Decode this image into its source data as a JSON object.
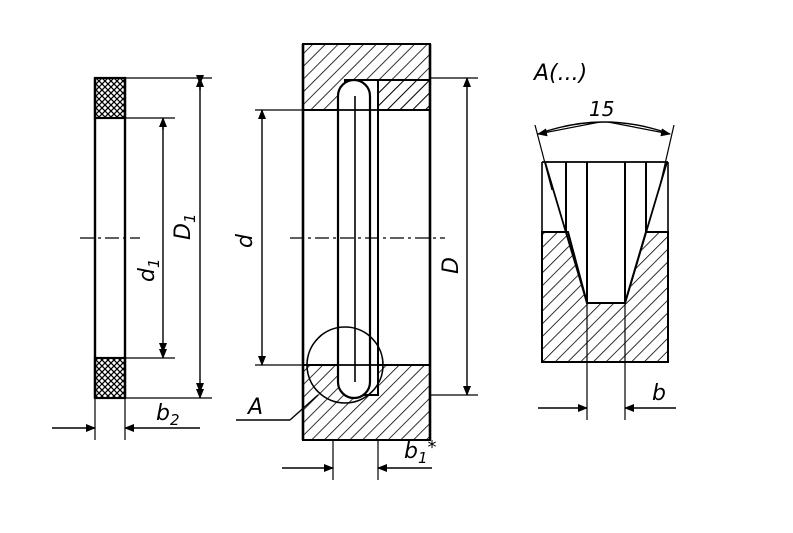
{
  "labels": {
    "D1": "D",
    "D1_sub": "1",
    "d1": "d",
    "d1_sub": "1",
    "b2": "b",
    "b2_sub": "2",
    "d": "d",
    "D": "D",
    "A": "A",
    "b1": "b",
    "b1_sub": "1",
    "b1_mark": "*",
    "detail_title": "A(...)",
    "angle": "15",
    "b": "b"
  },
  "colors": {
    "stroke": "#000000",
    "background": "#ffffff"
  }
}
